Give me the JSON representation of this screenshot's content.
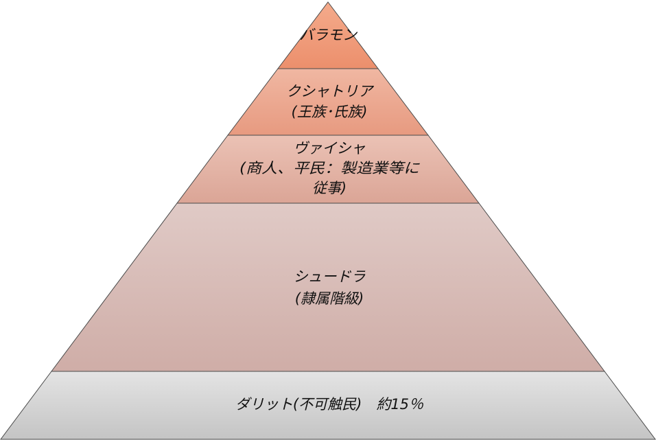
{
  "pyramid": {
    "tiers": [
      {
        "lines": [
          "バラモン"
        ],
        "fill": "#ef9f80"
      },
      {
        "lines": [
          "クシャトリア",
          "(王族･氏族)"
        ],
        "fill": "#e9a890"
      },
      {
        "lines": [
          "ヴァイシャ",
          "(商人、平民：製造業等に",
          "従事)"
        ],
        "fill": "#e2b2a5"
      },
      {
        "lines": [
          "シュードラ",
          "(隷属階級)"
        ],
        "fill": "#d8bdb8"
      },
      {
        "lines": [
          "ダリット(不可触民)　約15％"
        ],
        "fill": "#d3d3d3"
      }
    ]
  },
  "colors": {
    "outline": "#4a4a4a"
  }
}
